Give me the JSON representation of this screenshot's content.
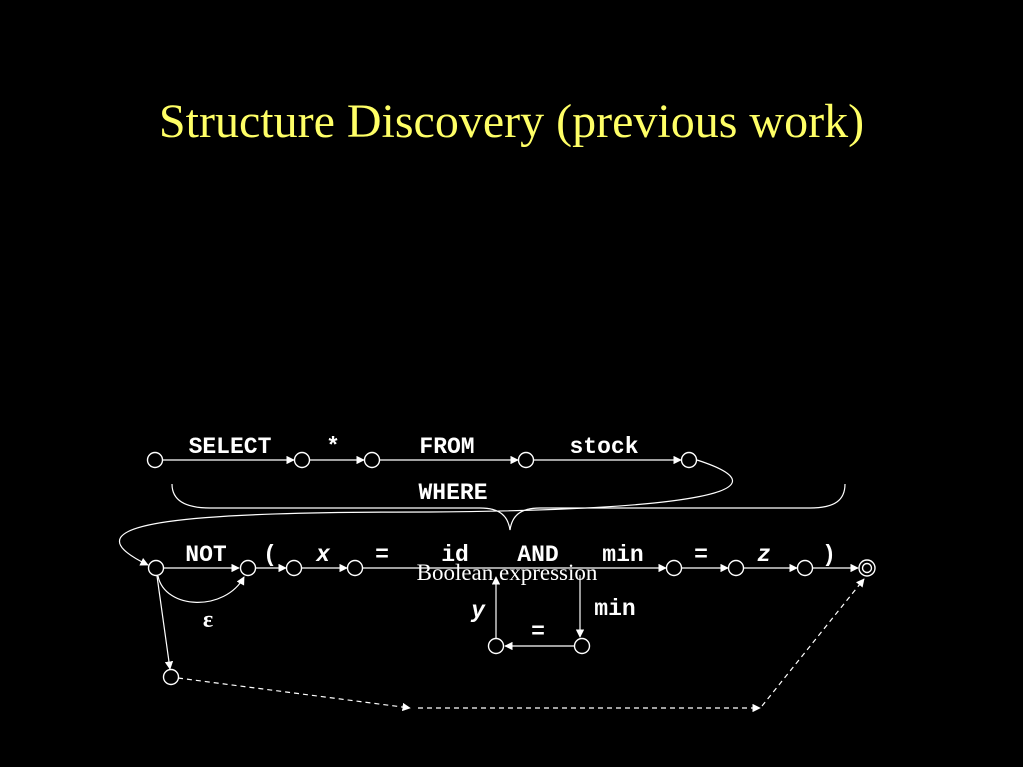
{
  "slide": {
    "title": "Structure Discovery (previous work)",
    "colors": {
      "background": "#000000",
      "title": "#ffff66",
      "foreground": "#ffffff"
    }
  },
  "fsa": {
    "row1_labels": [
      "SELECT",
      "*",
      "FROM",
      "stock"
    ],
    "brace_label": "WHERE",
    "row2_labels": [
      "NOT",
      "(",
      "x",
      "=",
      "id",
      "AND",
      "min",
      "=",
      "z",
      ")"
    ],
    "epsilon_label": "ε",
    "subexpression_labels": [
      "y",
      "min",
      "="
    ],
    "boolean_expression_label": "Boolean expression"
  }
}
